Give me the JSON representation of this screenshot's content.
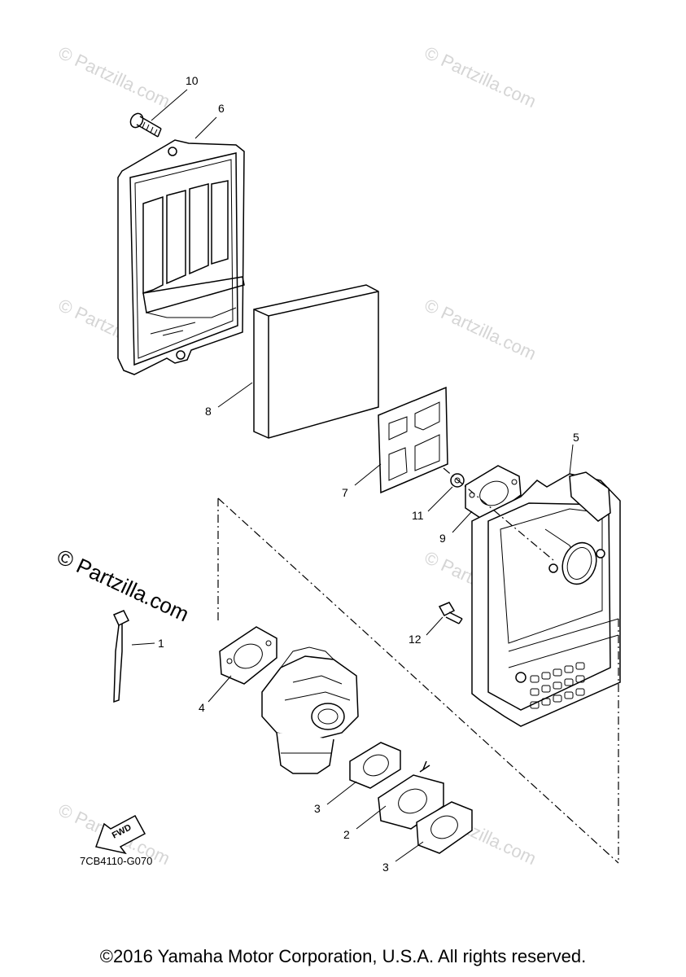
{
  "watermark": {
    "text": "© Partzilla.com"
  },
  "diagram_code": "7CB4110-G070",
  "fwd_label": "FWD",
  "copyright": "©2016 Yamaha Motor Corporation, U.S.A. All rights reserved.",
  "callouts": [
    {
      "id": "1",
      "label": "1"
    },
    {
      "id": "2",
      "label": "2"
    },
    {
      "id": "3a",
      "label": "3"
    },
    {
      "id": "3b",
      "label": "3"
    },
    {
      "id": "4",
      "label": "4"
    },
    {
      "id": "5",
      "label": "5"
    },
    {
      "id": "6",
      "label": "6"
    },
    {
      "id": "7",
      "label": "7"
    },
    {
      "id": "8",
      "label": "8"
    },
    {
      "id": "9",
      "label": "9"
    },
    {
      "id": "10",
      "label": "10"
    },
    {
      "id": "11",
      "label": "11"
    },
    {
      "id": "12",
      "label": "12"
    }
  ]
}
